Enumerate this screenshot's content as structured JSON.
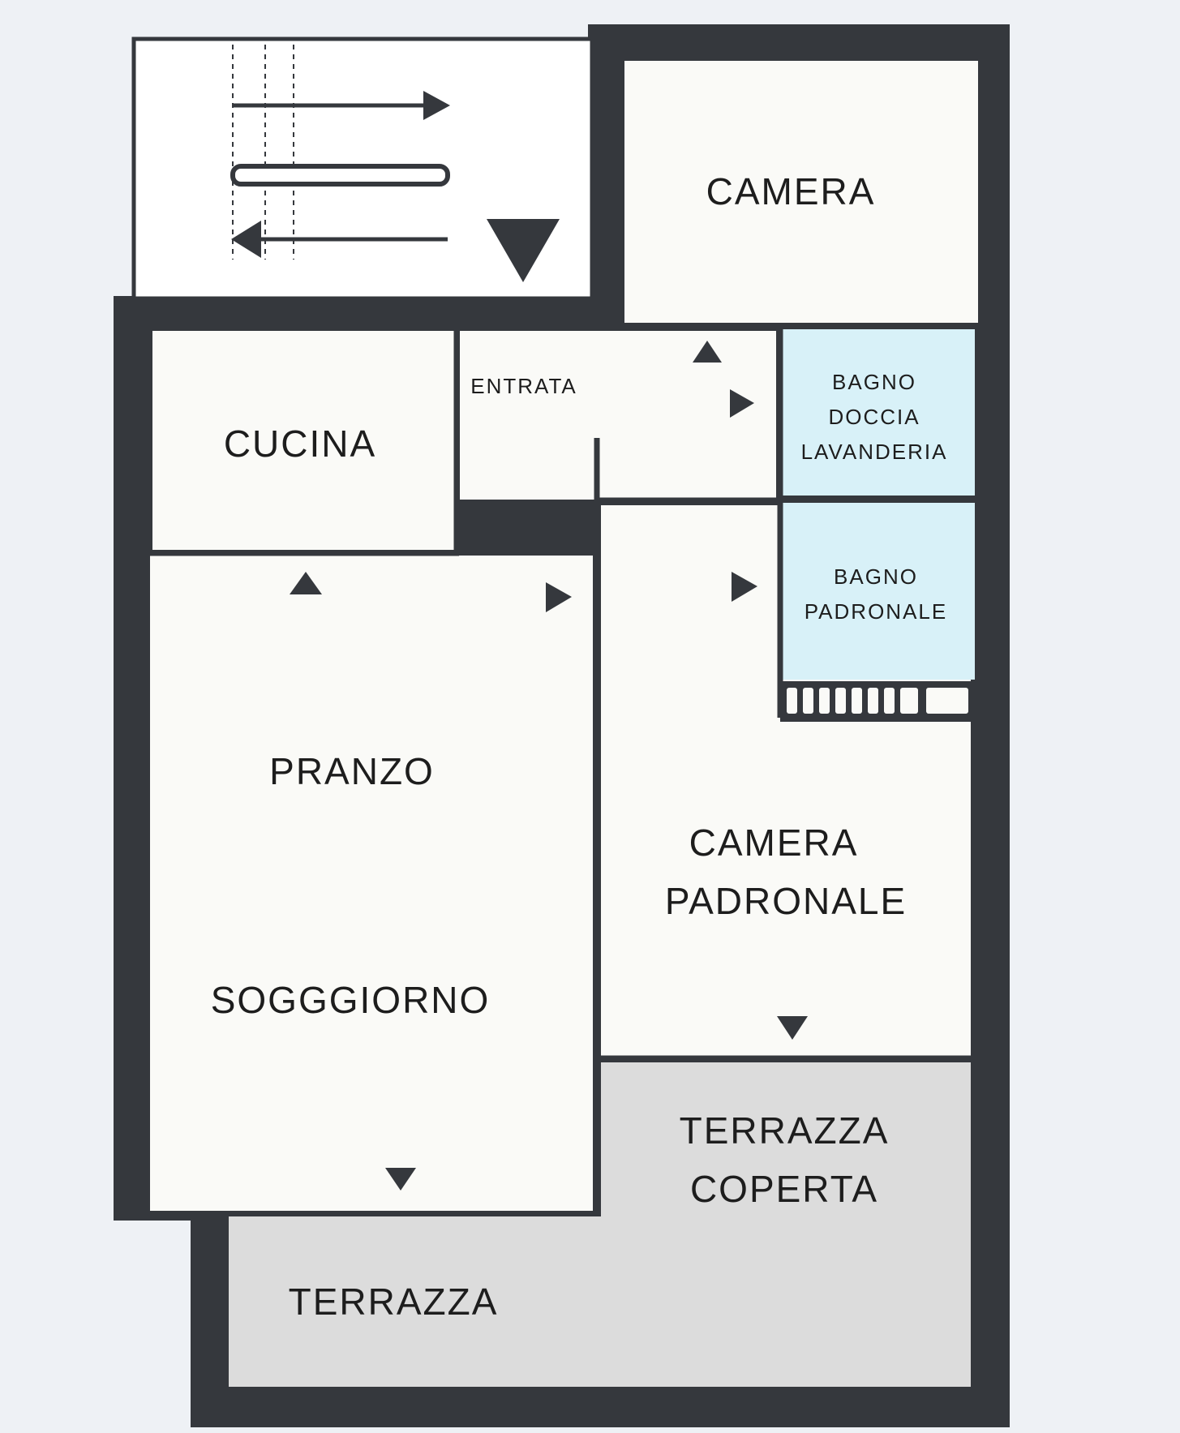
{
  "colors": {
    "background": "#eef1f5",
    "wall": "#35383d",
    "floor": "#fafaf7",
    "bathroom": "#d8f1f8",
    "terrace": "#dcdcdc",
    "text": "#1d1d1d"
  },
  "rooms": {
    "camera": "CAMERA",
    "entrata": "ENTRATA",
    "cucina": "CUCINA",
    "bagno_doccia_1": "BAGNO",
    "bagno_doccia_2": "DOCCIA",
    "bagno_doccia_3": "LAVANDERIA",
    "bagno_padronale_1": "BAGNO",
    "bagno_padronale_2": "PADRONALE",
    "pranzo": "PRANZO",
    "soggiorno": "SOGGGIORNO",
    "camera_padronale_1": "CAMERA",
    "camera_padronale_2": "PADRONALE",
    "terrazza_coperta_1": "TERRAZZA",
    "terrazza_coperta_2": "COPERTA",
    "terrazza": "TERRAZZA"
  },
  "icons": {
    "door_marker": "triangle-door-marker-icon",
    "stair_arrow": "stair-direction-arrow-icon",
    "stair_landing": "stair-landing-triangle-icon"
  }
}
